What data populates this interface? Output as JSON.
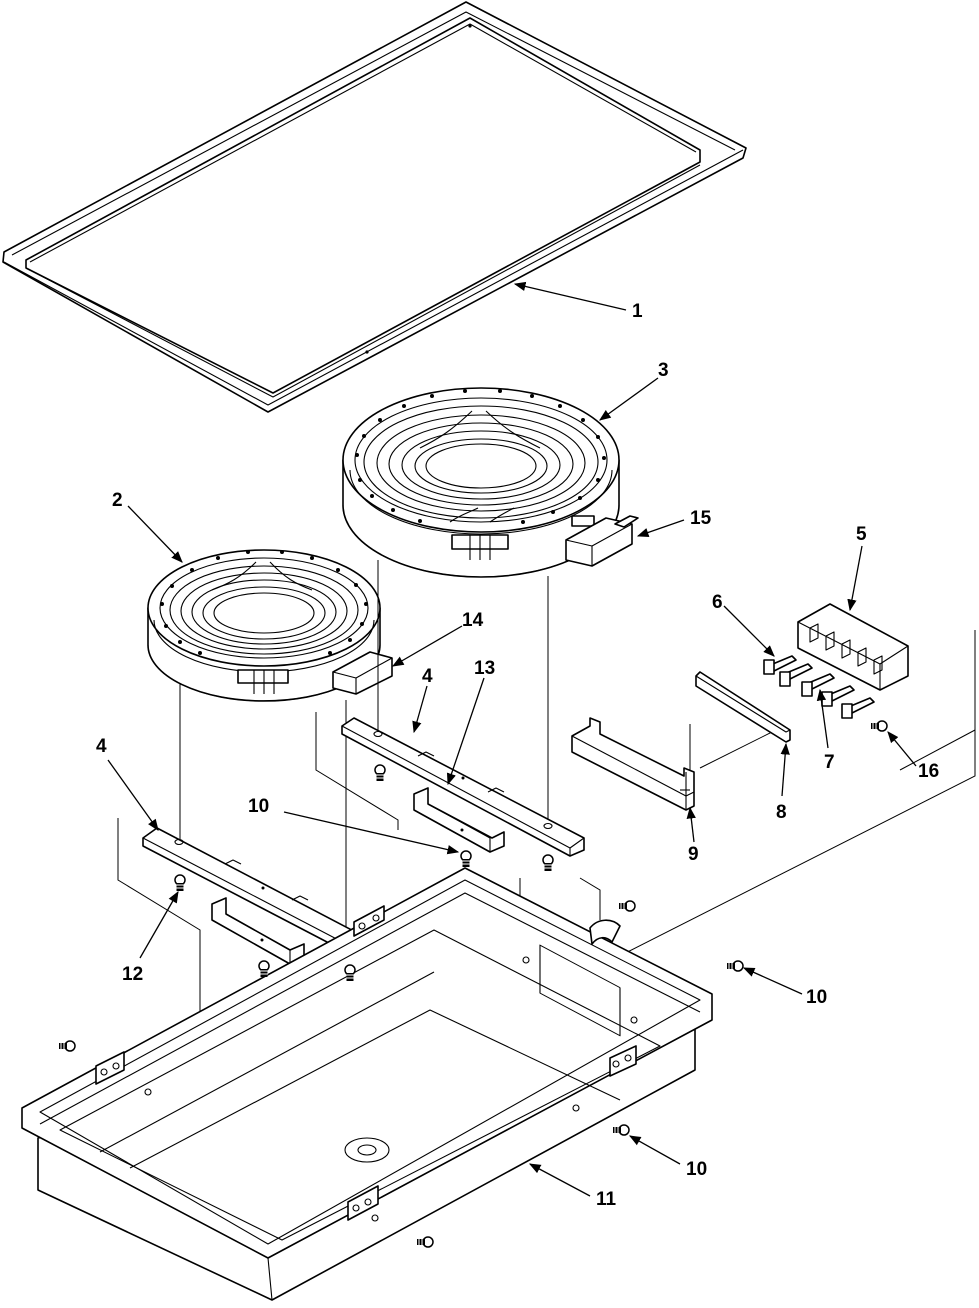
{
  "callouts": [
    {
      "id": "c1",
      "text": "1"
    },
    {
      "id": "c2",
      "text": "2"
    },
    {
      "id": "c3",
      "text": "3"
    },
    {
      "id": "c4a",
      "text": "4"
    },
    {
      "id": "c4b",
      "text": "4"
    },
    {
      "id": "c5",
      "text": "5"
    },
    {
      "id": "c6",
      "text": "6"
    },
    {
      "id": "c7",
      "text": "7"
    },
    {
      "id": "c8",
      "text": "8"
    },
    {
      "id": "c9",
      "text": "9"
    },
    {
      "id": "c10a",
      "text": "10"
    },
    {
      "id": "c10b",
      "text": "10"
    },
    {
      "id": "c10c",
      "text": "10"
    },
    {
      "id": "c11",
      "text": "11"
    },
    {
      "id": "c12",
      "text": "12"
    },
    {
      "id": "c13",
      "text": "13"
    },
    {
      "id": "c14",
      "text": "14"
    },
    {
      "id": "c15",
      "text": "15"
    },
    {
      "id": "c16",
      "text": "16"
    }
  ]
}
